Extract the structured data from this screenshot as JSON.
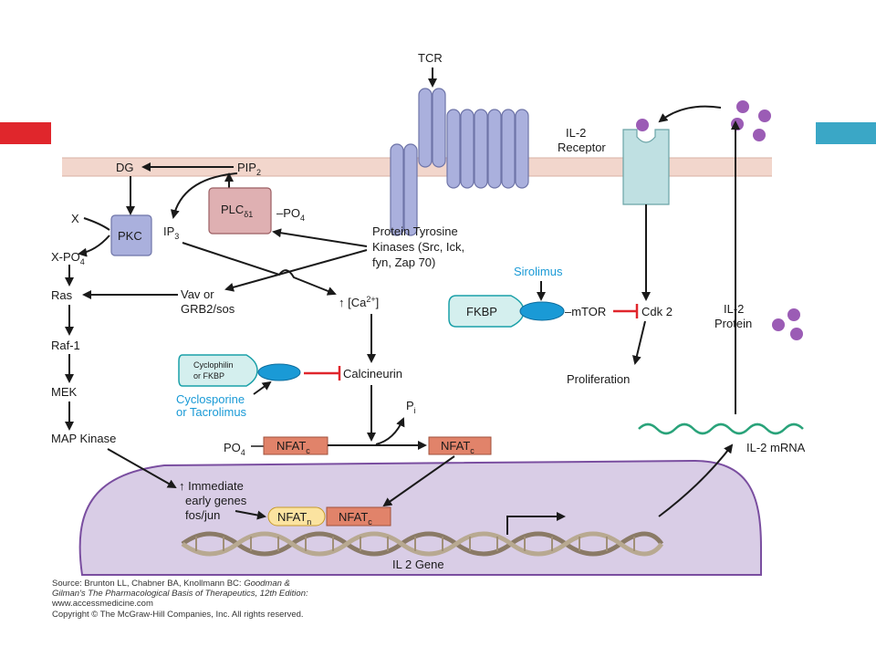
{
  "colors": {
    "accent_left": "#e0262c",
    "accent_right": "#3aa7c6",
    "membrane": "#f2d6cc",
    "nucleus": "#d9cde6",
    "nucleus_stroke": "#7a4ea0",
    "receptor_purple": "#aab0dd",
    "il2_receptor": "#bfe0e2",
    "drug_blue": "#1a9ad6",
    "nfat_fill": "#e1836a",
    "nfatn_fill": "#fbe3a0",
    "inhibit_red": "#e0262c",
    "mrna_green": "#2aa37a",
    "il2_dot": "#9b5cb5"
  },
  "diagram": {
    "tcr": "TCR",
    "il2_receptor": [
      "IL-2",
      "Receptor"
    ],
    "dg": "DG",
    "pip2": "PIP",
    "pip2_sub": "2",
    "plc": "PLC",
    "plc_sub": "δ1",
    "plc_po4": "PO",
    "plc_po4_sub": "4",
    "pkc": "PKC",
    "x": "X",
    "x_po4": "X-PO",
    "x_po4_sub": "4",
    "ip3": "IP",
    "ip3_sub": "3",
    "ptk": [
      "Protein Tyrosine",
      "Kinases (Src, Ick,",
      "fyn, Zap 70)"
    ],
    "ras": "Ras",
    "vav": [
      "Vav or",
      "GRB2/sos"
    ],
    "ca": "↑ [Ca",
    "ca_sup": "2+",
    "ca_end": "]",
    "raf": "Raf-1",
    "mek": "MEK",
    "mapk": "MAP Kinase",
    "cyclophilin": [
      "Cyclophilin",
      "or FKBP"
    ],
    "cyclosporine": [
      "Cyclosporine",
      "or Tacrolimus"
    ],
    "calcineurin": "Calcineurin",
    "pi": "P",
    "pi_sub": "i",
    "po4": "PO",
    "po4_sub": "4",
    "nfat": "NFAT",
    "nfat_sub_c": "c",
    "nfat_sub_n": "n",
    "early_genes": [
      "↑ Immediate",
      "early genes",
      "fos/jun"
    ],
    "il2_gene": "IL 2 Gene",
    "sirolimus": "Sirolimus",
    "fkbp": "FKBP",
    "mtor": "–mTOR",
    "cdk2": "Cdk 2",
    "proliferation": "Proliferation",
    "il2_protein": [
      "IL-2",
      "Protein"
    ],
    "il2_mrna": "IL-2 mRNA"
  },
  "source": {
    "line1_prefix": "Source: Brunton LL, Chabner BA, Knollmann BC: ",
    "line1_title": "Goodman &",
    "line2_title": "Gilman's The Pharmacological Basis of Therapeutics, 12th Edition:",
    "line3": "www.accessmedicine.com",
    "line4": "Copyright © The McGraw-Hill Companies, Inc. All rights reserved."
  }
}
